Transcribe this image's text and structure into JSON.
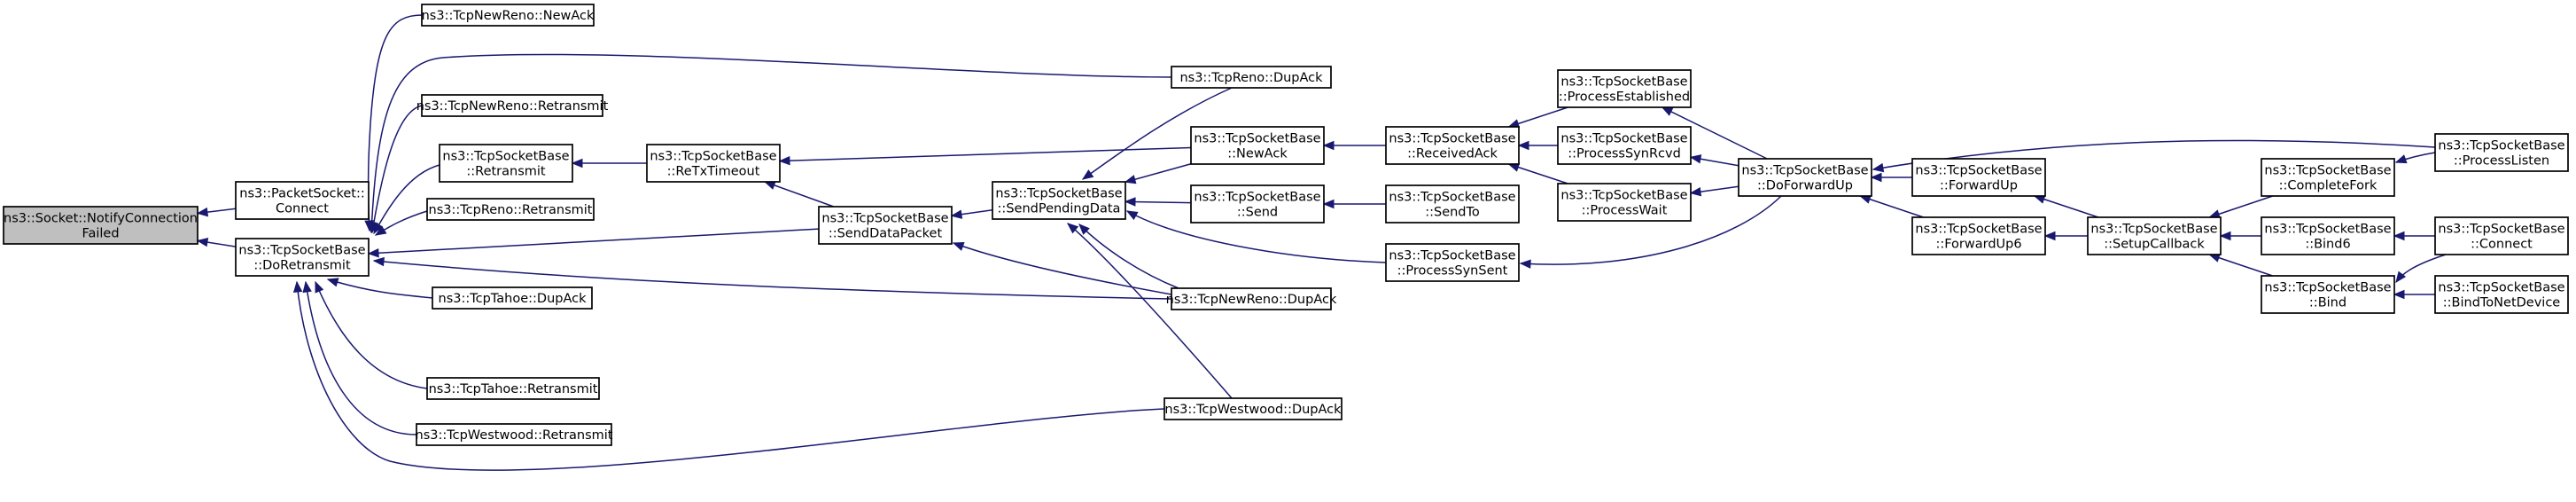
{
  "nodes": [
    {
      "id": "notify",
      "lines": [
        "ns3::Socket::NotifyConnection",
        "Failed"
      ],
      "root": true
    },
    {
      "id": "pktconnect",
      "lines": [
        "ns3::PacketSocket::",
        "Connect"
      ]
    },
    {
      "id": "doretransmit",
      "lines": [
        "ns3::TcpSocketBase",
        "::DoRetransmit"
      ]
    },
    {
      "id": "newreno_newack",
      "lines": [
        "ns3::TcpNewReno::NewAck"
      ]
    },
    {
      "id": "newreno_retransmit",
      "lines": [
        "ns3::TcpNewReno::Retransmit"
      ]
    },
    {
      "id": "tsb_retransmit",
      "lines": [
        "ns3::TcpSocketBase",
        "::Retransmit"
      ]
    },
    {
      "id": "reno_retransmit",
      "lines": [
        "ns3::TcpReno::Retransmit"
      ]
    },
    {
      "id": "tahoe_dupack",
      "lines": [
        "ns3::TcpTahoe::DupAck"
      ]
    },
    {
      "id": "tahoe_retransmit",
      "lines": [
        "ns3::TcpTahoe::Retransmit"
      ]
    },
    {
      "id": "westwood_retransmit",
      "lines": [
        "ns3::TcpWestwood::Retransmit"
      ]
    },
    {
      "id": "retxtimeout",
      "lines": [
        "ns3::TcpSocketBase",
        "::ReTxTimeout"
      ]
    },
    {
      "id": "senddatapacket",
      "lines": [
        "ns3::TcpSocketBase",
        "::SendDataPacket"
      ]
    },
    {
      "id": "sendpendingdata",
      "lines": [
        "ns3::TcpSocketBase",
        "::SendPendingData"
      ]
    },
    {
      "id": "reno_dupack",
      "lines": [
        "ns3::TcpReno::DupAck"
      ]
    },
    {
      "id": "tsb_newack",
      "lines": [
        "ns3::TcpSocketBase",
        "::NewAck"
      ]
    },
    {
      "id": "tsb_send",
      "lines": [
        "ns3::TcpSocketBase",
        "::Send"
      ]
    },
    {
      "id": "newreno_dupack",
      "lines": [
        "ns3::TcpNewReno::DupAck"
      ]
    },
    {
      "id": "westwood_dupack",
      "lines": [
        "ns3::TcpWestwood::DupAck"
      ]
    },
    {
      "id": "receivedack",
      "lines": [
        "ns3::TcpSocketBase",
        "::ReceivedAck"
      ]
    },
    {
      "id": "sendto",
      "lines": [
        "ns3::TcpSocketBase",
        "::SendTo"
      ]
    },
    {
      "id": "processsynsent",
      "lines": [
        "ns3::TcpSocketBase",
        "::ProcessSynSent"
      ]
    },
    {
      "id": "processestablished",
      "lines": [
        "ns3::TcpSocketBase",
        "::ProcessEstablished"
      ]
    },
    {
      "id": "processsynrcvd",
      "lines": [
        "ns3::TcpSocketBase",
        "::ProcessSynRcvd"
      ]
    },
    {
      "id": "processwait",
      "lines": [
        "ns3::TcpSocketBase",
        "::ProcessWait"
      ]
    },
    {
      "id": "doforwardup",
      "lines": [
        "ns3::TcpSocketBase",
        "::DoForwardUp"
      ]
    },
    {
      "id": "forwardup",
      "lines": [
        "ns3::TcpSocketBase",
        "::ForwardUp"
      ]
    },
    {
      "id": "forwardup6",
      "lines": [
        "ns3::TcpSocketBase",
        "::ForwardUp6"
      ]
    },
    {
      "id": "setupcallback",
      "lines": [
        "ns3::TcpSocketBase",
        "::SetupCallback"
      ]
    },
    {
      "id": "completefork",
      "lines": [
        "ns3::TcpSocketBase",
        "::CompleteFork"
      ]
    },
    {
      "id": "bind6",
      "lines": [
        "ns3::TcpSocketBase",
        "::Bind6"
      ]
    },
    {
      "id": "bind",
      "lines": [
        "ns3::TcpSocketBase",
        "::Bind"
      ]
    },
    {
      "id": "processlisten",
      "lines": [
        "ns3::TcpSocketBase",
        "::ProcessListen"
      ]
    },
    {
      "id": "connect",
      "lines": [
        "ns3::TcpSocketBase",
        "::Connect"
      ]
    },
    {
      "id": "bindtonetdevice",
      "lines": [
        "ns3::TcpSocketBase",
        "::BindToNetDevice"
      ]
    }
  ],
  "edges": [
    {
      "from": "pktconnect",
      "to": "notify"
    },
    {
      "from": "doretransmit",
      "to": "notify"
    },
    {
      "from": "newreno_newack",
      "to": "doretransmit"
    },
    {
      "from": "newreno_retransmit",
      "to": "doretransmit"
    },
    {
      "from": "tsb_retransmit",
      "to": "doretransmit"
    },
    {
      "from": "reno_retransmit",
      "to": "doretransmit"
    },
    {
      "from": "tahoe_dupack",
      "to": "doretransmit"
    },
    {
      "from": "tahoe_retransmit",
      "to": "doretransmit"
    },
    {
      "from": "westwood_retransmit",
      "to": "doretransmit"
    },
    {
      "from": "reno_dupack",
      "to": "doretransmit"
    },
    {
      "from": "senddatapacket",
      "to": "doretransmit"
    },
    {
      "from": "newreno_dupack",
      "to": "doretransmit"
    },
    {
      "from": "westwood_dupack",
      "to": "doretransmit"
    },
    {
      "from": "retxtimeout",
      "to": "tsb_retransmit"
    },
    {
      "from": "tsb_newack",
      "to": "retxtimeout"
    },
    {
      "from": "senddatapacket",
      "to": "retxtimeout"
    },
    {
      "from": "sendpendingdata",
      "to": "senddatapacket"
    },
    {
      "from": "newreno_dupack",
      "to": "senddatapacket"
    },
    {
      "from": "reno_dupack",
      "to": "sendpendingdata"
    },
    {
      "from": "tsb_newack",
      "to": "sendpendingdata"
    },
    {
      "from": "tsb_send",
      "to": "sendpendingdata"
    },
    {
      "from": "processsynsent",
      "to": "sendpendingdata"
    },
    {
      "from": "newreno_dupack",
      "to": "sendpendingdata"
    },
    {
      "from": "westwood_dupack",
      "to": "sendpendingdata"
    },
    {
      "from": "receivedack",
      "to": "tsb_newack"
    },
    {
      "from": "sendto",
      "to": "tsb_send"
    },
    {
      "from": "processestablished",
      "to": "receivedack"
    },
    {
      "from": "processsynrcvd",
      "to": "receivedack"
    },
    {
      "from": "processwait",
      "to": "receivedack"
    },
    {
      "from": "doforwardup",
      "to": "processsynsent"
    },
    {
      "from": "doforwardup",
      "to": "processestablished"
    },
    {
      "from": "doforwardup",
      "to": "processsynrcvd"
    },
    {
      "from": "doforwardup",
      "to": "processwait"
    },
    {
      "from": "processlisten",
      "to": "doforwardup"
    },
    {
      "from": "forwardup",
      "to": "doforwardup"
    },
    {
      "from": "forwardup6",
      "to": "doforwardup"
    },
    {
      "from": "setupcallback",
      "to": "forwardup"
    },
    {
      "from": "setupcallback",
      "to": "forwardup6"
    },
    {
      "from": "completefork",
      "to": "setupcallback"
    },
    {
      "from": "bind6",
      "to": "setupcallback"
    },
    {
      "from": "bind",
      "to": "setupcallback"
    },
    {
      "from": "processlisten",
      "to": "completefork"
    },
    {
      "from": "connect",
      "to": "bind6"
    },
    {
      "from": "connect",
      "to": "bind"
    },
    {
      "from": "bindtonetdevice",
      "to": "bind"
    }
  ],
  "colors": {
    "edge": "#191970",
    "root_fill": "#bfbfbf",
    "node_fill": "#ffffff",
    "node_stroke": "#000000"
  }
}
